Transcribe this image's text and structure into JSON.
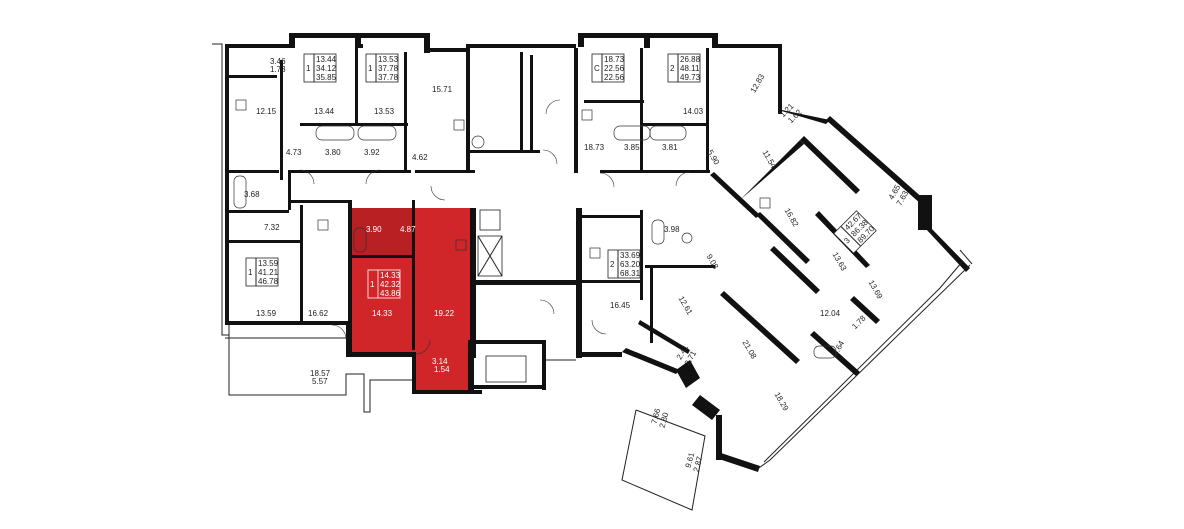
{
  "highlight_color": "#d0262a",
  "apartment_labels": {
    "a1": [
      "13.44",
      "34.12",
      "35.85"
    ],
    "a1_rooms": "1",
    "a2": [
      "13.53",
      "37.78",
      "37.78"
    ],
    "a2_rooms": "1",
    "a3": [
      "18.73",
      "22.56",
      "22.56"
    ],
    "a3_rooms": "С",
    "a4": [
      "26.88",
      "48.11",
      "49.73"
    ],
    "a4_rooms": "2",
    "a5": [
      "13.59",
      "41.21",
      "46.78"
    ],
    "a5_rooms": "1",
    "a6": [
      "14.33",
      "42.32",
      "43.86"
    ],
    "a6_rooms": "1",
    "a7": [
      "33.69",
      "63.20",
      "68.31"
    ],
    "a7_rooms": "2",
    "a8": [
      "42.67",
      "86.38",
      "89.70"
    ],
    "a8_rooms": "3"
  },
  "room_areas": {
    "r_3_46": "3.46",
    "r_1_73": "1.73",
    "r_12_15": "12.15",
    "r_13_44": "13.44",
    "r_13_53": "13.53",
    "r_15_71": "15.71",
    "r_4_73": "4.73",
    "r_3_80": "3.80",
    "r_3_92": "3.92",
    "r_4_62": "4.62",
    "r_18_73": "18.73",
    "r_3_85": "3.85",
    "r_3_81": "3.81",
    "r_14_03": "14.03",
    "r_12_83": "12.83",
    "r_1_21": "1.21",
    "r_1_62": "1.62",
    "r_11_54": "11.54",
    "r_5_90": "5.90",
    "r_3_68": "3.68",
    "r_7_32": "7.32",
    "r_3_90": "3.90",
    "r_4_87": "4.87",
    "r_13_59": "13.59",
    "r_16_62a": "16.62",
    "r_14_33": "14.33",
    "r_19_22": "19.22",
    "r_18_57": "18.57",
    "r_5_57": "5.57",
    "r_3_14": "3.14",
    "r_1_54": "1.54",
    "r_3_98": "3.98",
    "r_9_08": "9.08",
    "r_16_45": "16.45",
    "r_12_61": "12.61",
    "r_21_08": "21.08",
    "r_2_41": "2.41",
    "r_2_71": "2.71",
    "r_16_82": "16.82",
    "r_13_63": "13.63",
    "r_13_69": "13.69",
    "r_12_04": "12.04",
    "r_1_78": "1.78",
    "r_3_64": "3.64",
    "r_18_29": "18.29",
    "r_4_65": "4.65",
    "r_7_63": "7.63",
    "r_7_66": "7.66",
    "r_2_80": "2.80",
    "r_9_61": "9.61",
    "r_2_87": "2.87"
  }
}
